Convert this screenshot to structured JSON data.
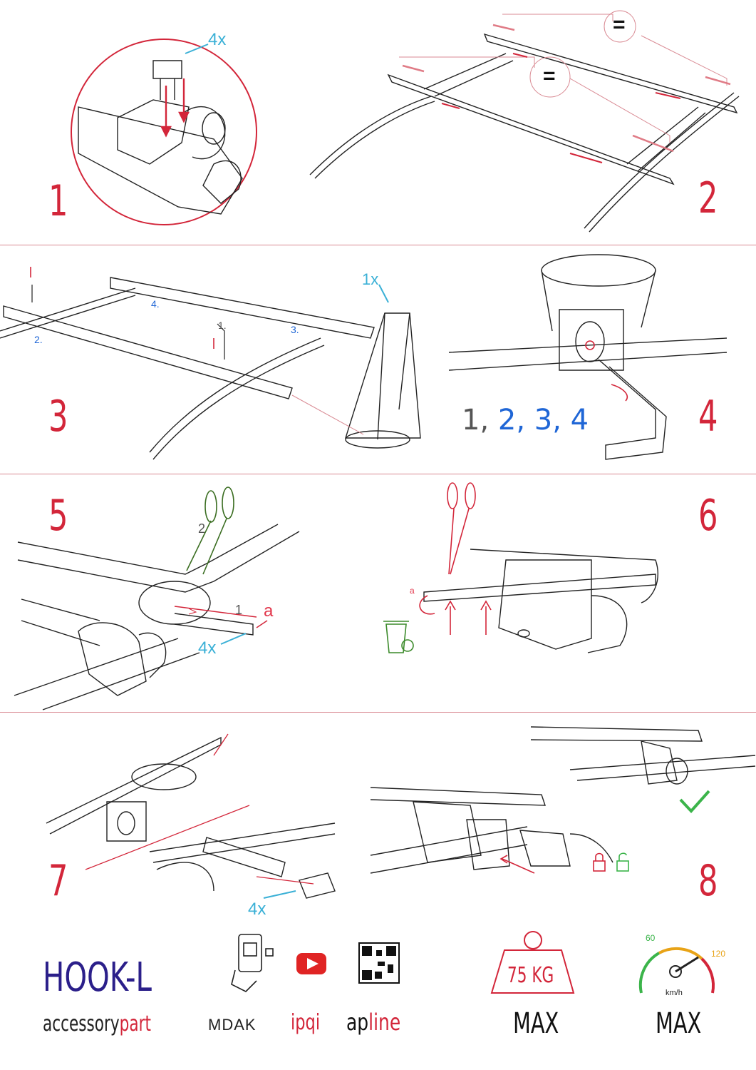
{
  "steps": {
    "s1": {
      "number": "1",
      "label_qty": "4x"
    },
    "s2": {
      "number": "2",
      "label_eq_top": "=",
      "label_eq_mid": "="
    },
    "s3": {
      "number": "3",
      "label_qty": "1x",
      "sub1": "1.",
      "sub2": "2.",
      "sub3": "3.",
      "sub4": "4."
    },
    "s4": {
      "number": "4",
      "order_1": "1,",
      "order_2": "2,",
      "order_3": "3,",
      "order_4": "4"
    },
    "s5": {
      "number": "5",
      "label_2": "2",
      "label_1": "1",
      "label_a": "a",
      "label_qty": "4x"
    },
    "s6": {
      "number": "6",
      "label_a": "a"
    },
    "s7": {
      "number": "7",
      "label_qty": "4x"
    },
    "s8": {
      "number": "8"
    }
  },
  "footer": {
    "product": "HOOK-L",
    "brand_a": "accessory",
    "brand_b": "part",
    "brand_mdak": "MDAK",
    "brand_ipqi": "ipqi",
    "brand_ap_a": "ap",
    "brand_ap_b": "line",
    "weight_value": "75 KG",
    "weight_max": "MAX",
    "speed_60": "60",
    "speed_120": "120",
    "speed_unit": "km/h",
    "speed_max": "MAX"
  },
  "colors": {
    "accent": "#d3263a",
    "blue": "#1f66d6",
    "cyan": "#3ab0d6",
    "navy": "#2b1f8a",
    "green": "#3bb44a"
  }
}
